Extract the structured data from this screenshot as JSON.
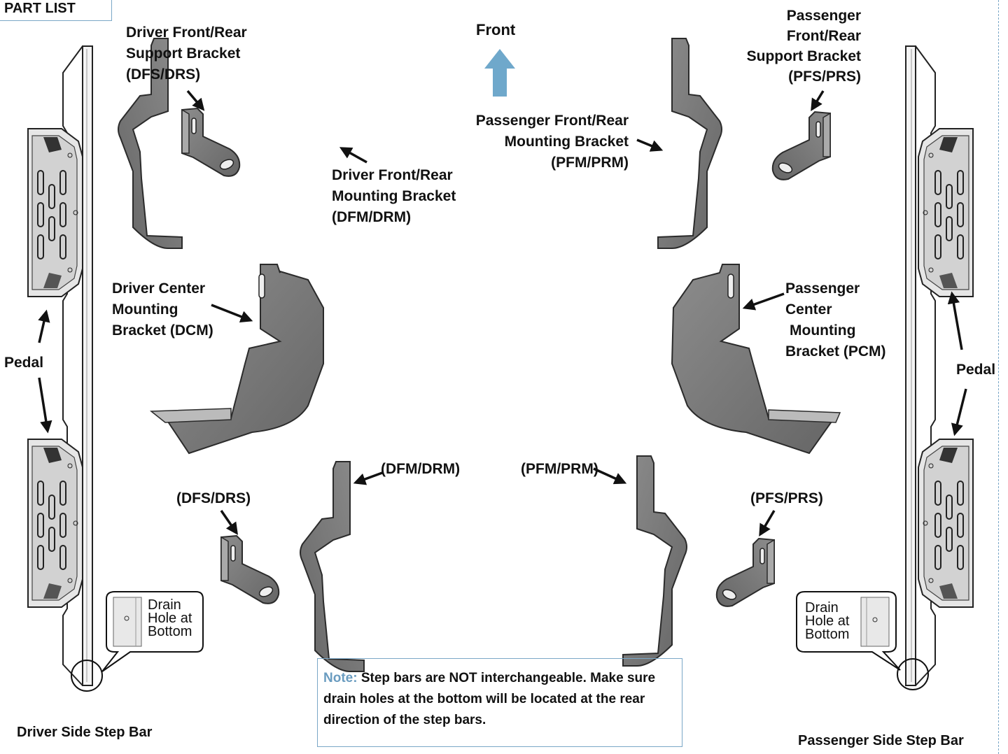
{
  "header": {
    "title": "PART LIST"
  },
  "front_indicator": {
    "label": "Front",
    "arrow_color": "#6fa8cb"
  },
  "labels": {
    "driver_support_top": [
      "Driver Front/Rear",
      "Support Bracket",
      "(DFS/DRS)"
    ],
    "driver_mount_top": [
      "Driver Front/Rear",
      "Mounting Bracket",
      "(DFM/DRM)"
    ],
    "passenger_mount_top": [
      "Passenger Front/Rear",
      "Mounting Bracket",
      "(PFM/PRM)"
    ],
    "passenger_support_top": [
      "Passenger",
      "Front/Rear",
      "Support Bracket",
      "(PFS/PRS)"
    ],
    "driver_center": [
      "Driver Center",
      "Mounting",
      "Bracket (DCM)"
    ],
    "passenger_center": [
      "Passenger",
      "Center",
      "Mounting",
      "Bracket (PCM)"
    ],
    "pedal_left": "Pedal",
    "pedal_right": "Pedal",
    "driver_mount_bottom": "(DFM/DRM)",
    "driver_support_bottom": "(DFS/DRS)",
    "passenger_mount_bottom": "(PFM/PRM)",
    "passenger_support_bottom": "(PFS/PRS)",
    "drain_left": [
      "Drain",
      "Hole at",
      "Bottom"
    ],
    "drain_right": [
      "Drain",
      "Hole at",
      "Bottom"
    ],
    "driver_side_caption": "Driver Side Step Bar",
    "passenger_side_caption": "Passenger Side Step Bar"
  },
  "note": {
    "prefix": "Note:",
    "text": "Step bars are NOT interchangeable. Make sure drain holes at the bottom will be located at the rear direction of the step bars."
  },
  "colors": {
    "bracket_fill": "#7a7a7a",
    "bracket_edge": "#2b2b2b",
    "accent_border": "#7aa7c7"
  }
}
